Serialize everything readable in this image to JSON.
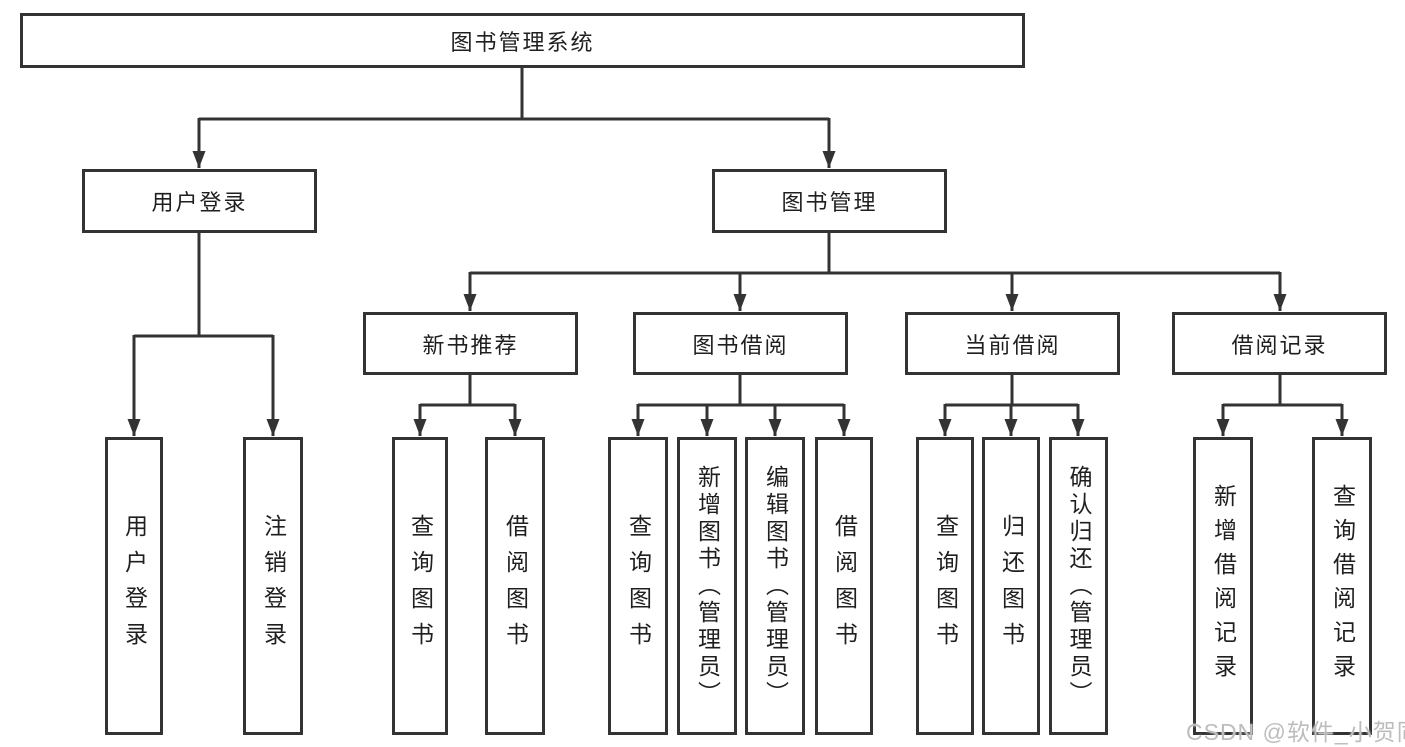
{
  "diagram": {
    "colors": {
      "line": "#333333",
      "node_border": "#333333",
      "text": "#1f1f1f",
      "background": "#ffffff",
      "watermark": "#bdbdbd"
    },
    "root": {
      "label": "图书管理系统"
    },
    "branches": [
      {
        "label": "用户登录",
        "children": [
          {
            "label": "用户登录"
          },
          {
            "label": "注销登录"
          }
        ]
      },
      {
        "label": "图书管理",
        "children": [
          {
            "label": "新书推荐",
            "children": [
              {
                "label": "查询图书"
              },
              {
                "label": "借阅图书"
              }
            ]
          },
          {
            "label": "图书借阅",
            "children": [
              {
                "label": "查询图书"
              },
              {
                "label": "新增图书（管理员）"
              },
              {
                "label": "编辑图书（管理员）"
              },
              {
                "label": "借阅图书"
              }
            ]
          },
          {
            "label": "当前借阅",
            "children": [
              {
                "label": "查询图书"
              },
              {
                "label": "归还图书"
              },
              {
                "label": "确认归还（管理员）"
              }
            ]
          },
          {
            "label": "借阅记录",
            "children": [
              {
                "label": "新增借阅记录"
              },
              {
                "label": "查询借阅记录"
              }
            ]
          }
        ]
      }
    ],
    "watermark": {
      "text": "CSDN @软件_小贺同学"
    }
  }
}
